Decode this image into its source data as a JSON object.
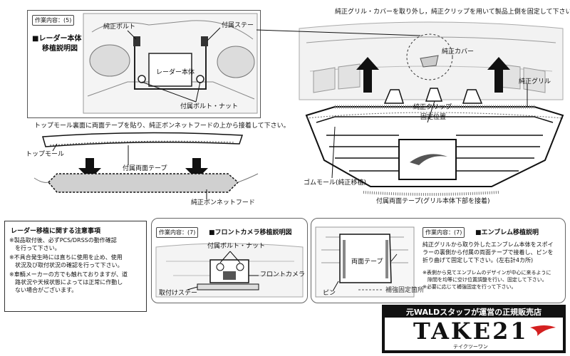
{
  "panel5": {
    "tag": "作業内容：(5)",
    "title_line1": "■レーダー本体",
    "title_line2": "移植説明図",
    "label_bolt": "純正ボルト",
    "label_stay": "付属ステー",
    "label_radar": "レーダー本体",
    "label_bolt_nut": "付属ボルト・ナット"
  },
  "top_instruction": "純正グリル・カバーを取り外し，純正クリップを用いて製品上側を固定して下さい。",
  "label_cover": "純正カバー",
  "label_grille": "純正グリル",
  "label_clip": "純正クリップ",
  "label_clip_pos": "固定位置",
  "label_gom": "ゴムモール(純正移植)",
  "label_tape_bottom": "付属両面テープ(グリル本体下部を接着)",
  "top_mold": {
    "instruction": "トップモール裏面に両面テープを貼り、純正ボンネットフードの上から接着して下さい。",
    "label_topmold": "トップモール",
    "label_tape": "付属両面テープ",
    "label_hood": "純正ボンネットフード"
  },
  "caution": {
    "title": "レーダー移植に関する注意事項",
    "lines": [
      "※製品取付後、必ずPCS/DRSSの動作確認",
      "　を行って下さい。",
      "※不具合発生時には直ちに使用を止め、使用",
      "　状況及び取付状況の確認を行って下さい。",
      "※車輌メーカーの方でも触れておりますが、道",
      "　路状況や天候状態によっては正常に作動し",
      "　ない場合がございます。"
    ]
  },
  "panel7a": {
    "tag": "作業内容：(7)",
    "title": "■フロントカメラ移植説明図",
    "label_bolt_nut": "付属ボルト・ナット",
    "label_camera": "フロントカメラ",
    "label_stay": "取付けステー"
  },
  "panel7b": {
    "tag": "作業内容：(7)",
    "title": "■エンブレム移植説明",
    "desc": [
      "純正グリルから取り外したエンブレム本体をスポイ",
      "ラーの裏側から付属の両面テープで接着し、ピンを",
      "折り曲げて固定して下さい。(左右計4カ所)"
    ],
    "notes": [
      "※表側から見てエンブレムのデザインが中心に来るように",
      "　隙間を均等に空け位置調整を行い、固定して下さい。",
      "※必要に応じて補強固定を行って下さい。"
    ],
    "label_tape": "両面テープ",
    "label_pin": "ピン",
    "label_reinforce": "補強固定箇所"
  },
  "shop": {
    "tagline": "元WALDスタッフが運営の正規販売店",
    "logo": "TAKE21",
    "logo_kana": "テイクツーワン",
    "accent": "#d42020"
  },
  "colors": {
    "line": "#222222",
    "grey": "#9a9a9a",
    "light": "#e6e6e6"
  }
}
